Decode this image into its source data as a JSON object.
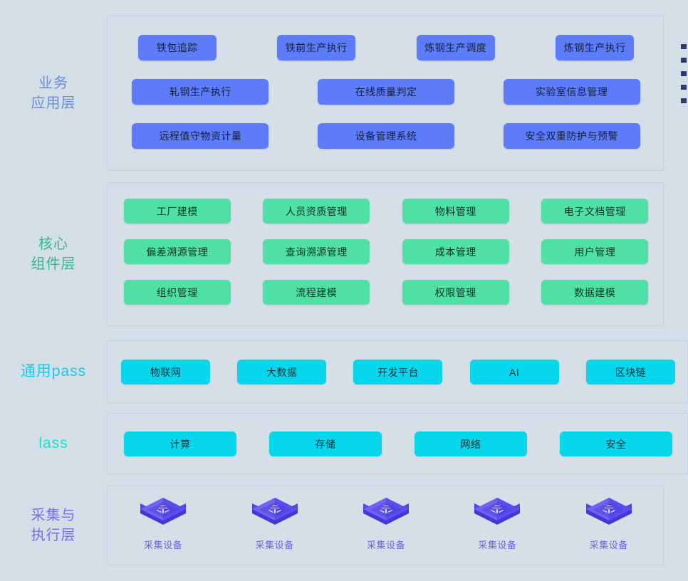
{
  "background_color": "#d4dee6",
  "layers": [
    {
      "id": "business",
      "label": "业务\n应用层",
      "label_color": "#6e8bdc",
      "accent": "#5c7cfa",
      "rows": [
        [
          "铁包追踪",
          "铁前生产执行",
          "炼钢生产调度",
          "炼钢生产执行"
        ],
        [
          "轧钢生产执行",
          "在线质量判定",
          "实验室信息管理"
        ],
        [
          "远程值守物资计量",
          "设备管理系统",
          "安全双重防护与预警"
        ]
      ]
    },
    {
      "id": "core",
      "label": "核心\n组件层",
      "label_color": "#35b88a",
      "accent": "#4fe0a6",
      "rows": [
        [
          "工厂建模",
          "人员资质管理",
          "物料管理",
          "电子文档管理"
        ],
        [
          "偏差溯源管理",
          "查询溯源管理",
          "成本管理",
          "用户管理"
        ],
        [
          "组织管理",
          "流程建模",
          "权限管理",
          "数据建模"
        ]
      ]
    },
    {
      "id": "paas",
      "label": "通用pass",
      "label_color": "#13cdea",
      "accent": "#07d7ec",
      "rows": [
        [
          "物联网",
          "大数据",
          "开发平台",
          "AI",
          "区块链"
        ]
      ]
    },
    {
      "id": "iaas",
      "label": "lass",
      "label_color": "#1fe0c8",
      "accent": "#07d7ec",
      "rows": [
        [
          "计算",
          "存储",
          "网络",
          "安全"
        ]
      ]
    },
    {
      "id": "acquisition",
      "label": "采集与\n执行层",
      "label_color": "#7b6ef0",
      "accent": "#5a4fe0",
      "devices": [
        {
          "label": "采集设备",
          "glyph": "采"
        },
        {
          "label": "采集设备",
          "glyph": "采"
        },
        {
          "label": "采集设备",
          "glyph": "采"
        },
        {
          "label": "采集设备",
          "glyph": "采"
        },
        {
          "label": "采集设备",
          "glyph": "采"
        }
      ]
    }
  ],
  "edge_markers": {
    "count": 5,
    "color": "#2b3a70"
  }
}
